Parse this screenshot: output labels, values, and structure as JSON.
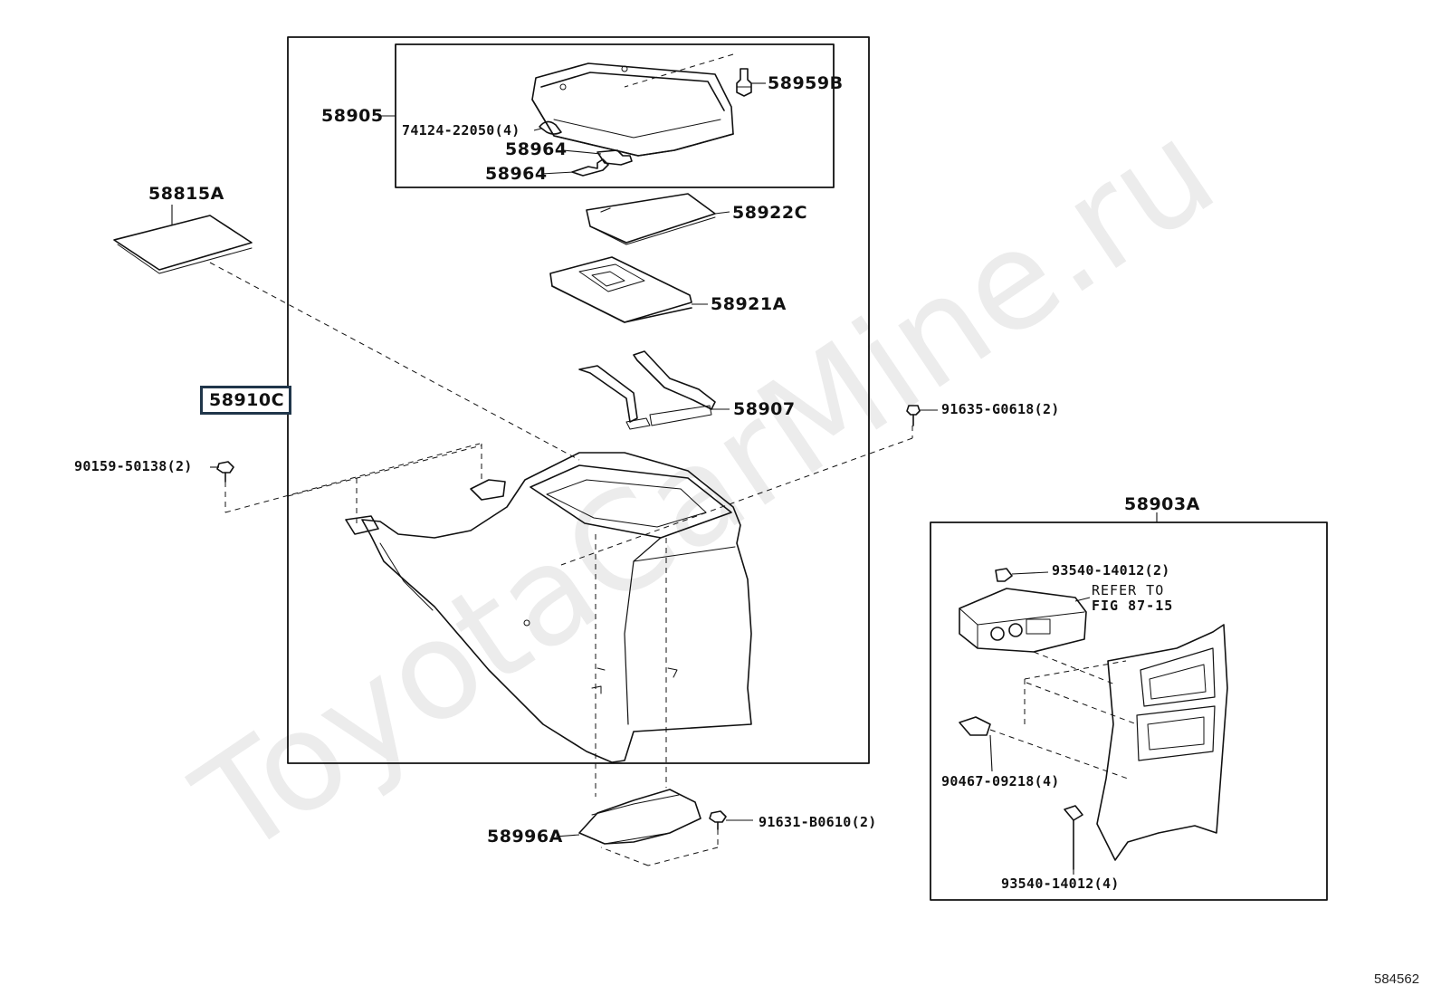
{
  "watermark": "ToyotaCarMine.ru",
  "figure_number": "584562",
  "labels": {
    "p58905": "58905",
    "p74124": "74124-22050(4)",
    "p58964a": "58964",
    "p58964b": "58964",
    "p58959b": "58959B",
    "p58815a": "58815A",
    "p58922c": "58922C",
    "p58921a": "58921A",
    "p58910c": "58910C",
    "p58907": "58907",
    "p91635": "91635-G0618(2)",
    "p90159": "90159-50138(2)",
    "p58903a": "58903A",
    "p93540a": "93540-14012(2)",
    "refer1": "REFER TO",
    "refer2": "FIG 87-15",
    "p90467": "90467-09218(4)",
    "p93540b": "93540-14012(4)",
    "p58996a": "58996A",
    "p91631": "91631-B0610(2)"
  }
}
